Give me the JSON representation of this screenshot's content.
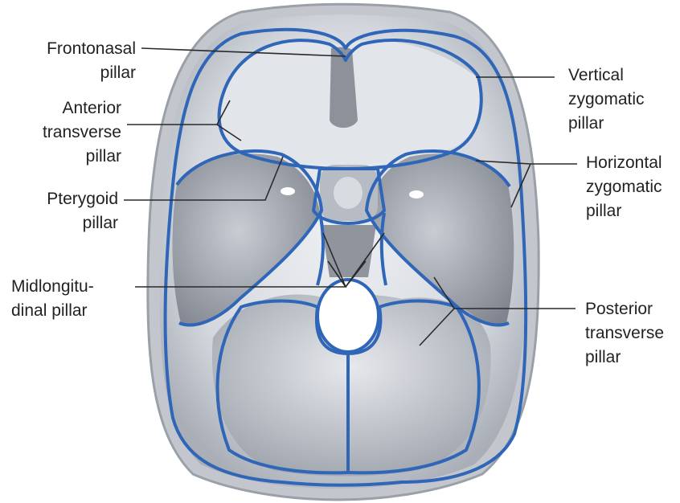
{
  "labels": {
    "frontonasal": "Frontonasal\npillar",
    "anterior_transverse": "Anterior\ntransverse\npillar",
    "pterygoid": "Pterygoid\npillar",
    "midlongitudinal": "Midlongitu-\ndinal pillar",
    "vertical_zygomatic": "Vertical\nzygomatic\npillar",
    "horizontal_zygomatic": "Horizontal\nzygomatic\npillar",
    "posterior_transverse": "Posterior\ntransverse\npillar"
  },
  "colors": {
    "pillar_outline": "#2f66b8",
    "bone_light": "#eceef1",
    "bone_mid": "#c6cad1",
    "bone_dark": "#8c9099",
    "leader_line": "#2a2a2a",
    "label_text": "#222222"
  }
}
